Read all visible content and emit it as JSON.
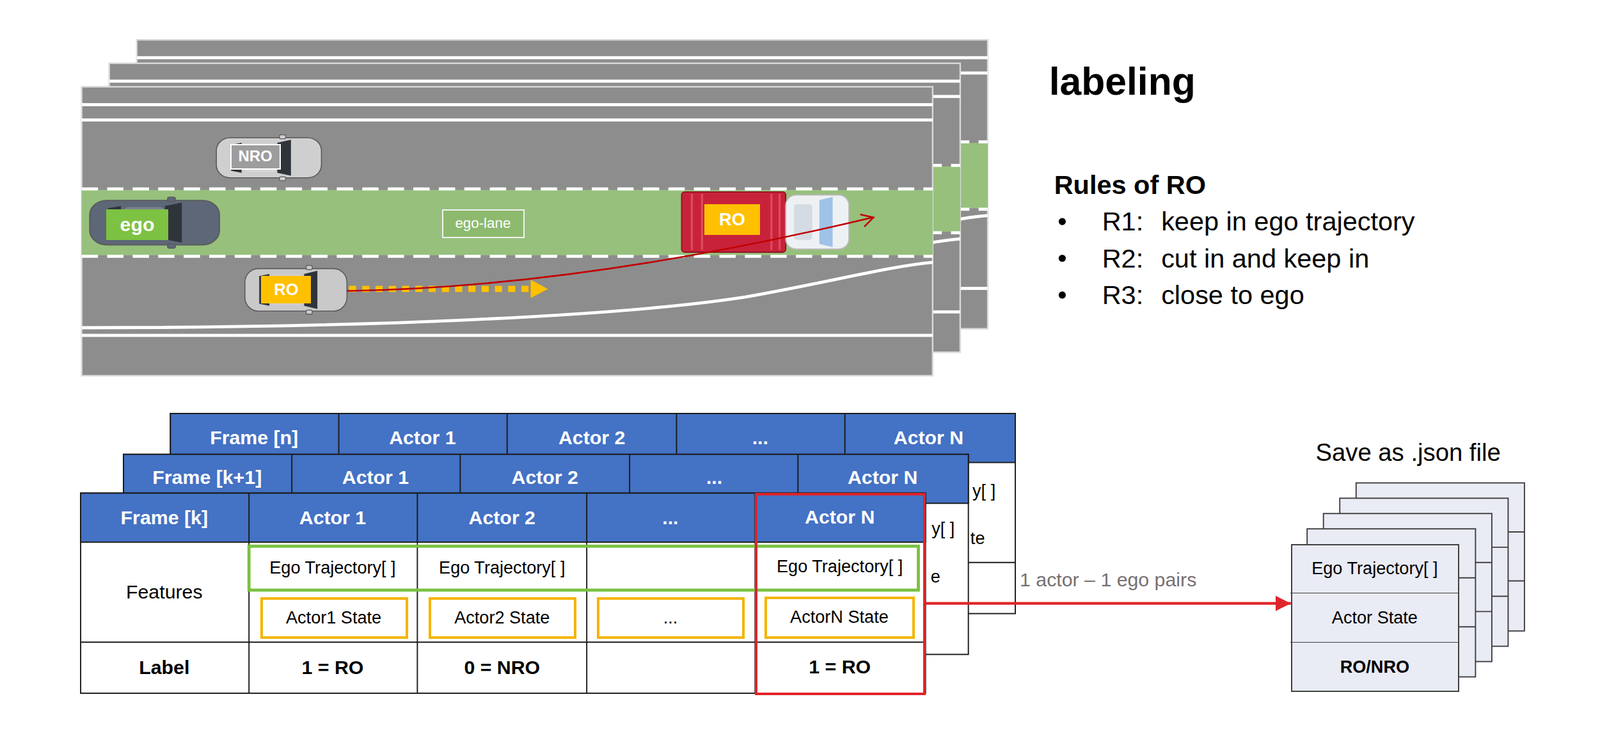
{
  "diagram": {
    "title": "labeling",
    "nodes": [
      {
        "text": [
          "NRO"
        ]
      },
      {
        "text": [
          "ego"
        ]
      },
      {
        "text": [
          "ego-lane"
        ]
      },
      {
        "text": [
          "RO"
        ]
      },
      {
        "text": [
          "RO"
        ]
      },
      {
        "text": [
          "Actor1 State"
        ]
      },
      {
        "text": [
          "Actor2 State"
        ]
      },
      {
        "text": [
          "..."
        ]
      },
      {
        "text": [
          "Actor N",
          "Ego Trajectory[ ]",
          "1 = RO"
        ]
      },
      {
        "text": [
          "ActorN State"
        ],
        "in": 8
      },
      {
        "text": [
          "Ego Trajectory[ ]",
          "Actor State",
          "RO/NRO"
        ]
      }
    ],
    "edges": [
      {
        "from": 8,
        "to": 10,
        "arrow": "to",
        "label": "1 actor – 1 ego pairs"
      }
    ],
    "labels": [
      "Rules of RO",
      "R1:",
      "keep in ego trajectory",
      "R2:",
      "cut in and keep in",
      "R3:",
      "close to ego",
      "Frame [n]",
      "Actor 1",
      "Actor 2",
      "...",
      "Actor N",
      "Frame [k+1]",
      "Actor 1",
      "Actor 2",
      "...",
      "Actor N",
      "y[ ]",
      "y[ ]",
      "te",
      "e",
      "Frame [k]",
      "Actor 1",
      "Actor 2",
      "...",
      "Features",
      "Ego Trajectory[ ]",
      "Ego Trajectory[ ]",
      "Label",
      "1 = RO",
      "0 = NRO",
      "Save as .json file"
    ]
  }
}
